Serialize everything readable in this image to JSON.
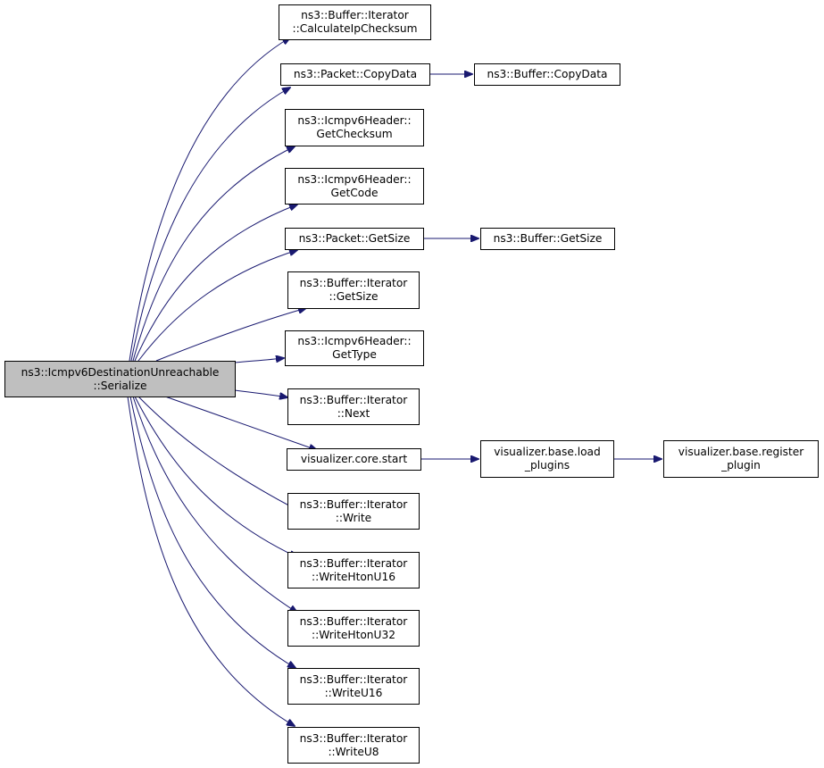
{
  "colors": {
    "edge": "#191970",
    "root_fill": "#bfbfbf",
    "node_fill": "#ffffff",
    "node_border": "#000000"
  },
  "nodes": {
    "root": {
      "line1": "ns3::Icmpv6DestinationUnreachable",
      "line2": "::Serialize"
    },
    "calc_ip_checksum": {
      "line1": "ns3::Buffer::Iterator",
      "line2": "::CalculateIpChecksum"
    },
    "packet_copydata": {
      "line1": "ns3::Packet::CopyData"
    },
    "buffer_copydata": {
      "line1": "ns3::Buffer::CopyData"
    },
    "icmpv6_getchecksum": {
      "line1": "ns3::Icmpv6Header::",
      "line2": "GetChecksum"
    },
    "icmpv6_getcode": {
      "line1": "ns3::Icmpv6Header::",
      "line2": "GetCode"
    },
    "packet_getsize": {
      "line1": "ns3::Packet::GetSize"
    },
    "buffer_getsize": {
      "line1": "ns3::Buffer::GetSize"
    },
    "iterator_getsize": {
      "line1": "ns3::Buffer::Iterator",
      "line2": "::GetSize"
    },
    "icmpv6_gettype": {
      "line1": "ns3::Icmpv6Header::",
      "line2": "GetType"
    },
    "iterator_next": {
      "line1": "ns3::Buffer::Iterator",
      "line2": "::Next"
    },
    "visualizer_core_start": {
      "line1": "visualizer.core.start"
    },
    "visualizer_load_plugins": {
      "line1": "visualizer.base.load",
      "line2": "_plugins"
    },
    "visualizer_register_plugin": {
      "line1": "visualizer.base.register",
      "line2": "_plugin"
    },
    "iterator_write": {
      "line1": "ns3::Buffer::Iterator",
      "line2": "::Write"
    },
    "iterator_writehtonu16": {
      "line1": "ns3::Buffer::Iterator",
      "line2": "::WriteHtonU16"
    },
    "iterator_writehtonu32": {
      "line1": "ns3::Buffer::Iterator",
      "line2": "::WriteHtonU32"
    },
    "iterator_writeu16": {
      "line1": "ns3::Buffer::Iterator",
      "line2": "::WriteU16"
    },
    "iterator_writeu8": {
      "line1": "ns3::Buffer::Iterator",
      "line2": "::WriteU8"
    }
  }
}
